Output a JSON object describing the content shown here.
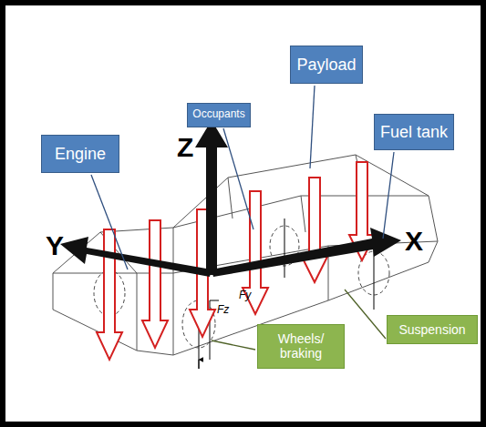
{
  "diagram": {
    "nodes": [
      {
        "text": [
          "Engine"
        ]
      },
      {
        "text": [
          "Occupants"
        ]
      },
      {
        "text": [
          "Payload"
        ]
      },
      {
        "text": [
          "Fuel tank"
        ]
      },
      {
        "text": [
          "Wheels/ braking"
        ]
      },
      {
        "text": [
          "Suspension"
        ]
      }
    ],
    "labels": [
      "Z",
      "Y",
      "X",
      "Fz",
      "Fy"
    ]
  }
}
